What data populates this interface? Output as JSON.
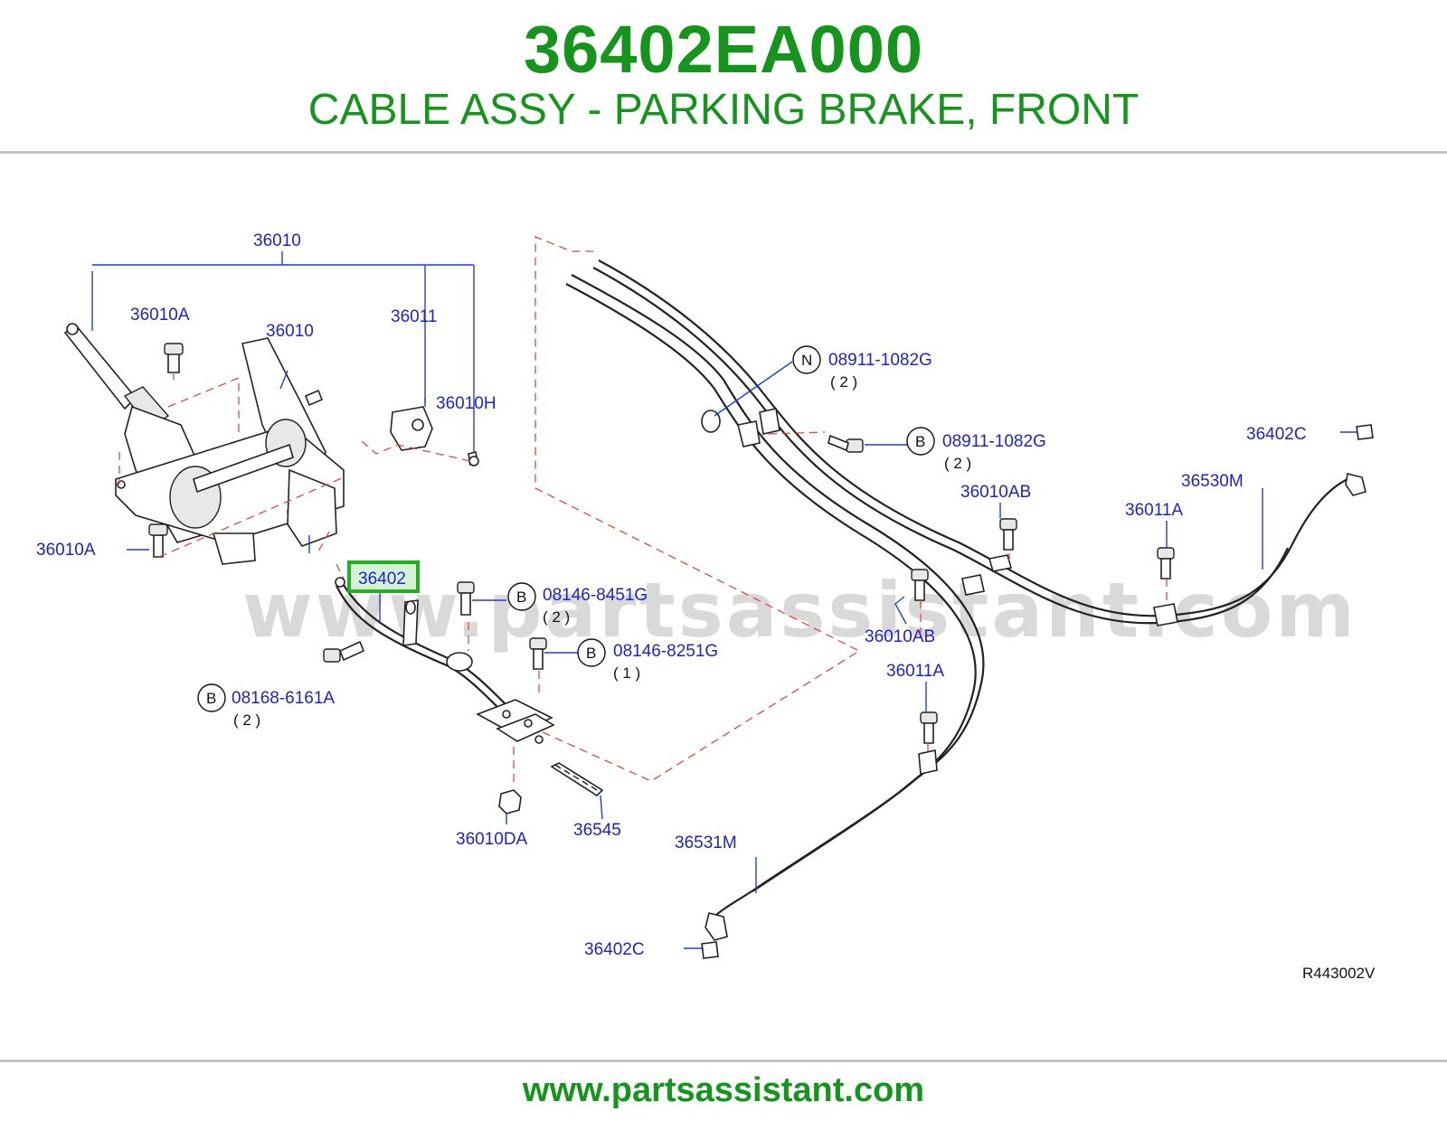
{
  "header": {
    "part_number": "36402EA000",
    "description": "CABLE ASSY - PARKING BRAKE, FRONT"
  },
  "footer": {
    "url": "www.partsassistant.com"
  },
  "watermark": "www.partsassistant.com",
  "diagram": {
    "reference_code": "R443002V",
    "highlight_color": "#22b022",
    "labels": {
      "l_36010_top": "36010",
      "l_36010_mid": "36010",
      "l_36010a_1": "36010A",
      "l_36010a_2": "36010A",
      "l_36011": "36011",
      "l_36010h": "36010H",
      "l_36402": "36402",
      "l_08146_8451g": "08146-8451G",
      "l_08146_8451g_qty": "( 2 )",
      "l_08146_8251g": "08146-8251G",
      "l_08146_8251g_qty": "( 1 )",
      "l_08168_6161a": "08168-6161A",
      "l_08168_6161a_qty": "( 2 )",
      "l_36010da": "36010DA",
      "l_36545": "36545",
      "l_08911_n": "08911-1082G",
      "l_08911_n_qty": "( 2 )",
      "l_08911_b": "08911-1082G",
      "l_08911_b_qty": "( 2 )",
      "l_36010ab_1": "36010AB",
      "l_36010ab_2": "36010AB",
      "l_36402c_1": "36402C",
      "l_36402c_2": "36402C",
      "l_36530m": "36530M",
      "l_36011a_1": "36011A",
      "l_36011a_2": "36011A",
      "l_36531m": "36531M"
    },
    "circle_codes": {
      "n": "N",
      "b": "B"
    }
  }
}
